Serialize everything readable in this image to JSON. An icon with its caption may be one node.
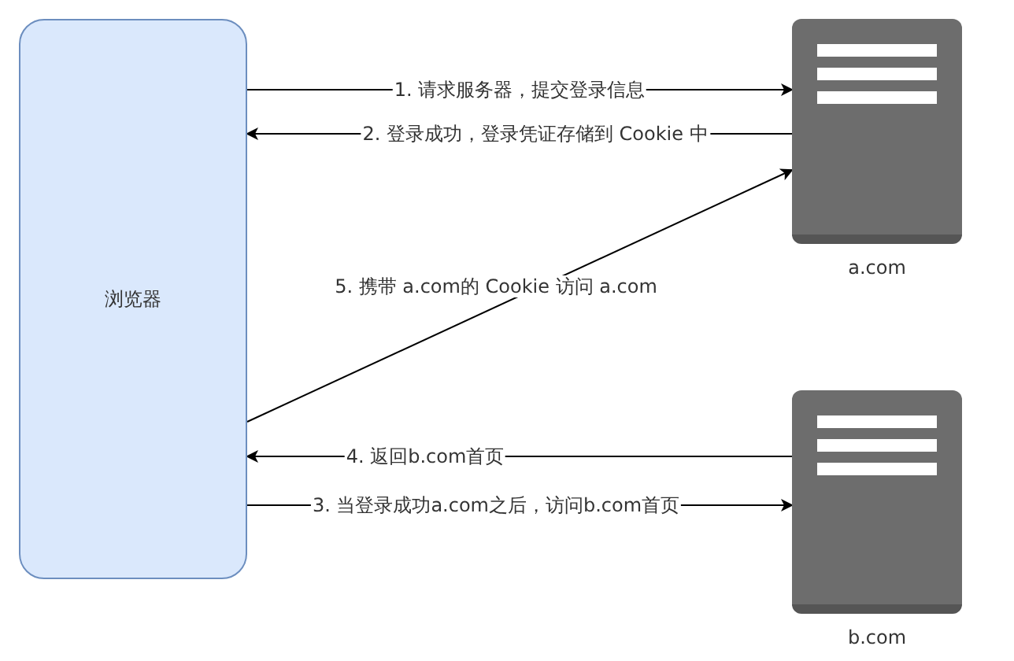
{
  "diagram": {
    "nodes": [
      {
        "text": [
          "浏览器"
        ]
      },
      {
        "text": [
          "a.com"
        ]
      },
      {
        "text": [
          "b.com"
        ]
      }
    ],
    "edges": [
      {
        "from": 0,
        "to": 1,
        "arrow": "to",
        "label": "1. 请求服务器，提交登录信息"
      },
      {
        "from": 1,
        "to": 0,
        "arrow": "to",
        "label": "2. 登录成功，登录凭证存储到 Cookie 中"
      },
      {
        "from": 0,
        "to": 1,
        "arrow": "to",
        "label": "5. 携带 a.com的 Cookie 访问 a.com"
      },
      {
        "from": 2,
        "to": 0,
        "arrow": "to",
        "label": "4. 返回b.com首页"
      },
      {
        "from": 0,
        "to": 2,
        "arrow": "to",
        "label": "3. 当登录成功a.com之后，访问b.com首页"
      }
    ]
  }
}
